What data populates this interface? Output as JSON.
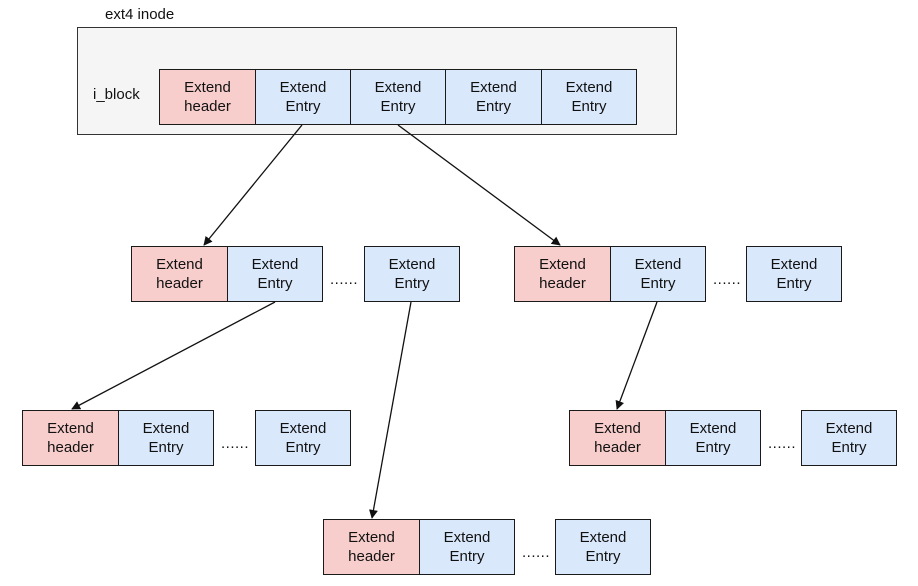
{
  "diagram": {
    "inode_title": "ext4 inode",
    "i_block_label": "i_block",
    "header_text": "Extend\nheader",
    "entry_text": "Extend\nEntry",
    "ellipsis": "......",
    "colors": {
      "header_fill": "#f8cecc",
      "entry_fill": "#dae8fc",
      "inode_fill": "#f5f5f5",
      "stroke": "#1a1a1a"
    }
  }
}
